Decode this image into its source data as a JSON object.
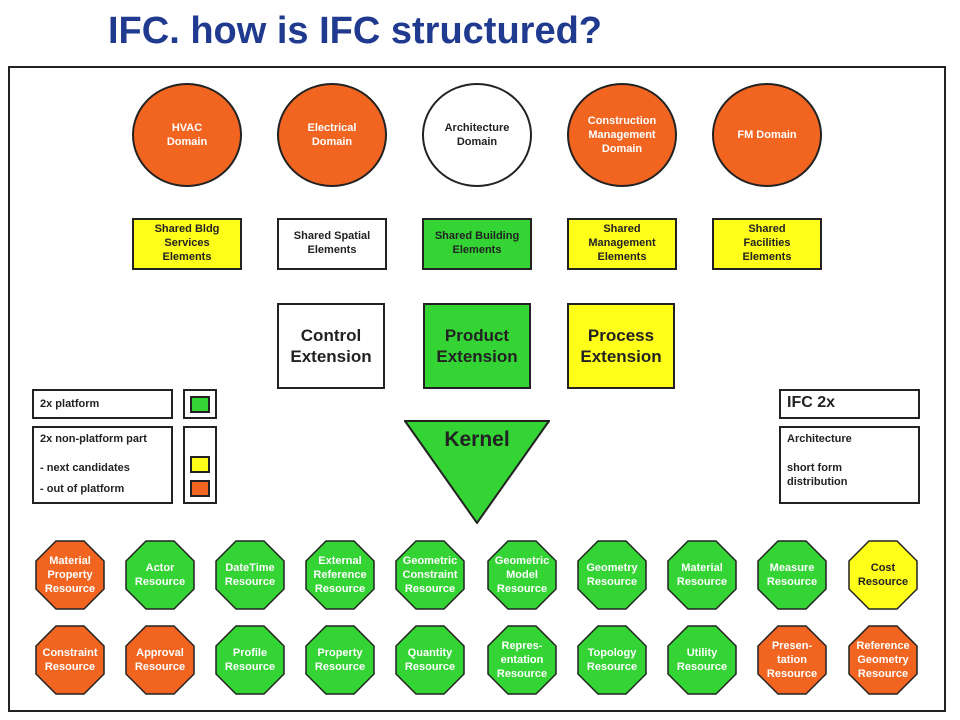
{
  "title": "IFC. how is IFC structured?",
  "colors": {
    "orange": "#f26521",
    "green": "#33d433",
    "yellow": "#ffff19",
    "white": "#ffffff",
    "title_blue": "#1f3a8f"
  },
  "domains": [
    {
      "label": "HVAC\nDomain",
      "color": "#f26521"
    },
    {
      "label": "Electrical\nDomain",
      "color": "#f26521"
    },
    {
      "label": "Architecture\nDomain",
      "color": "#ffffff"
    },
    {
      "label": "Construction\nManagement\nDomain",
      "color": "#f26521"
    },
    {
      "label": "FM Domain",
      "color": "#f26521"
    }
  ],
  "shared": [
    {
      "label": "Shared Bldg\nServices\nElements",
      "color": "#ffff19"
    },
    {
      "label": "Shared Spatial\nElements",
      "color": "#ffffff"
    },
    {
      "label": "Shared Building\nElements",
      "color": "#33d433"
    },
    {
      "label": "Shared\nManagement\nElements",
      "color": "#ffff19"
    },
    {
      "label": "Shared\nFacilities\nElements",
      "color": "#ffff19"
    }
  ],
  "extensions": [
    {
      "label": "Control\nExtension",
      "color": "#ffffff"
    },
    {
      "label": "Product\nExtension",
      "color": "#33d433"
    },
    {
      "label": "Process\nExtension",
      "color": "#ffff19"
    }
  ],
  "kernel": "Kernel",
  "legend": {
    "platform": "2x platform",
    "non_platform": "2x non-platform part",
    "next": "- next candidates",
    "out": "- out of platform"
  },
  "ifc_box": {
    "title": "IFC 2x",
    "line1": "Architecture",
    "line2": "short form\ndistribution"
  },
  "resources_row1": [
    {
      "label": "Material\nProperty\nResource",
      "color": "#f26521"
    },
    {
      "label": "Actor\nResource",
      "color": "#33d433"
    },
    {
      "label": "DateTime\nResource",
      "color": "#33d433"
    },
    {
      "label": "External\nReference\nResource",
      "color": "#33d433"
    },
    {
      "label": "Geometric\nConstraint\nResource",
      "color": "#33d433"
    },
    {
      "label": "Geometric\nModel\nResource",
      "color": "#33d433"
    },
    {
      "label": "Geometry\nResource",
      "color": "#33d433"
    },
    {
      "label": "Material\nResource",
      "color": "#33d433"
    },
    {
      "label": "Measure\nResource",
      "color": "#33d433"
    },
    {
      "label": "Cost\nResource",
      "color": "#ffff19"
    }
  ],
  "resources_row2": [
    {
      "label": "Constraint\nResource",
      "color": "#f26521"
    },
    {
      "label": "Approval\nResource",
      "color": "#f26521"
    },
    {
      "label": "Profile\nResource",
      "color": "#33d433"
    },
    {
      "label": "Property\nResource",
      "color": "#33d433"
    },
    {
      "label": "Quantity\nResource",
      "color": "#33d433"
    },
    {
      "label": "Repres-\nentation\nResource",
      "color": "#33d433"
    },
    {
      "label": "Topology\nResource",
      "color": "#33d433"
    },
    {
      "label": "Utility\nResource",
      "color": "#33d433"
    },
    {
      "label": "Presen-\ntation\nResource",
      "color": "#f26521"
    },
    {
      "label": "Reference\nGeometry\nResource",
      "color": "#f26521"
    }
  ]
}
